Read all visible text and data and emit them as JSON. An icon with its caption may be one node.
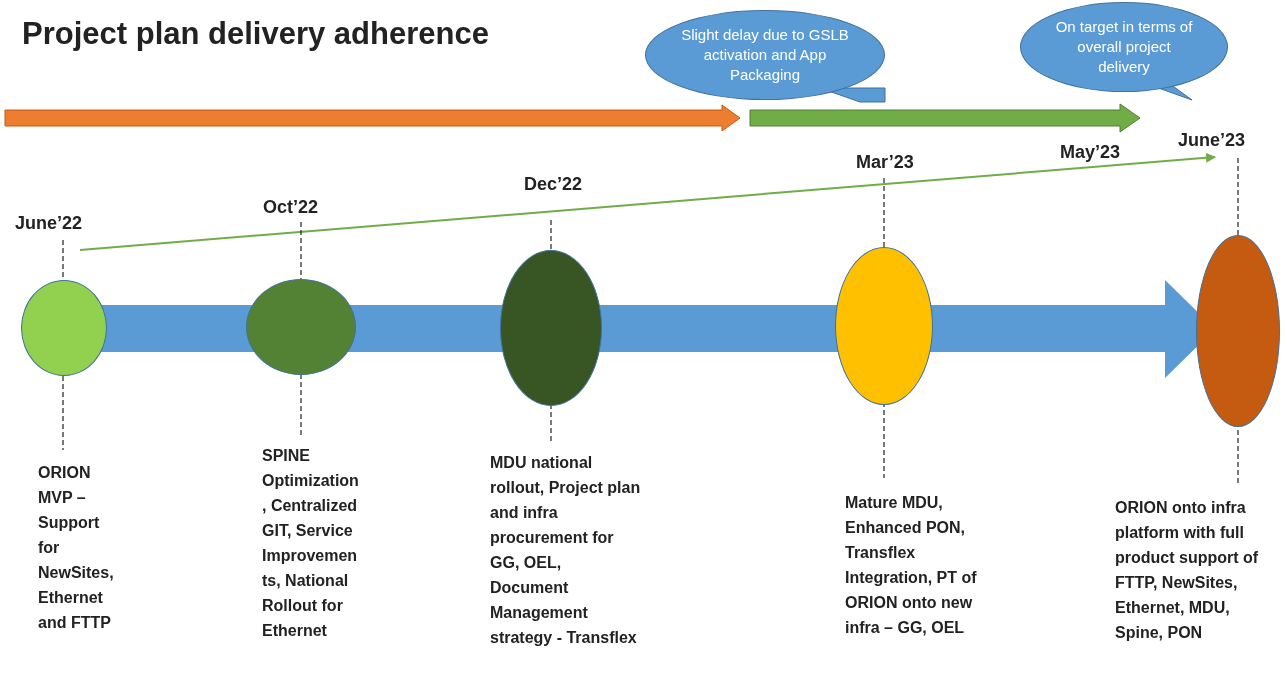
{
  "diagram": {
    "title": "Project plan delivery adherence",
    "nodes": [
      {
        "text": [],
        "shape": "circle"
      },
      {
        "text": [],
        "shape": "circle"
      },
      {
        "text": [],
        "shape": "circle"
      },
      {
        "text": [],
        "shape": "circle"
      },
      {
        "text": [],
        "shape": "circle"
      },
      {
        "text": [
          "Slight delay due to GSLB activation and App Packaging"
        ]
      },
      {
        "text": [
          "On target in terms of overall project delivery"
        ]
      }
    ],
    "labels": [
      "June’22",
      "ORION MVP – Support for NewSites, Ethernet and FTTP",
      "Oct’22",
      "SPINE Optimization , Centralized GIT, Service Improvemen ts, National Rollout for Ethernet",
      "Dec’22",
      "MDU national rollout, Project plan and infra procurement for GG, OEL, Document Management strategy - Transflex",
      "Mar’23",
      "Mature MDU, Enhanced PON, Transflex Integration, PT of ORION onto new infra – GG, OEL",
      "May’23",
      "June’23",
      "ORION onto infra platform with full product support of FTTP, NewSites, Ethernet, MDU, Spine, PON"
    ]
  }
}
